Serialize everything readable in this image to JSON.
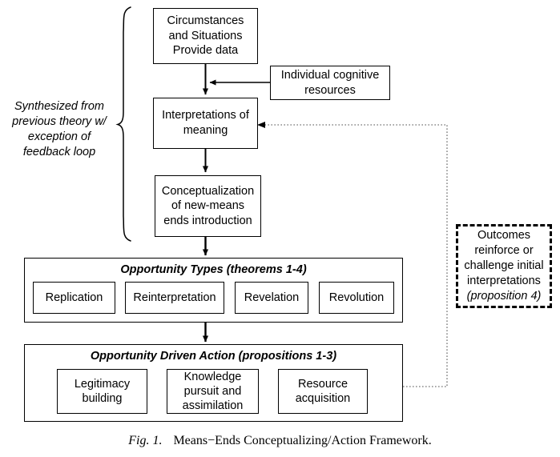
{
  "figure": {
    "caption_label": "Fig. 1.",
    "caption_text": "Means−Ends Conceptualizing/Action Framework."
  },
  "side_note": {
    "text": "Synthesized from previous theory w/ exception of feedback loop"
  },
  "nodes": {
    "circumstances": "Circumstances and Situations Provide data",
    "cognitive_resources": "Individual cognitive resources",
    "interpretations": "Interpretations of meaning",
    "conceptualization": "Conceptualization of new-means ends introduction"
  },
  "opportunity_types": {
    "title": "Opportunity Types (theorems 1-4)",
    "items": [
      {
        "label": "Replication"
      },
      {
        "label": "Reinterpretation"
      },
      {
        "label": "Revelation"
      },
      {
        "label": "Revolution"
      }
    ]
  },
  "opportunity_action": {
    "title": "Opportunity Driven Action (propositions 1-3)",
    "items": [
      {
        "label": "Legitimacy building"
      },
      {
        "label": "Knowledge pursuit and assimilation"
      },
      {
        "label": "Resource acquisition"
      }
    ]
  },
  "feedback": {
    "line1": "Outcomes",
    "line2": "reinforce or",
    "line3": "challenge initial",
    "line4": "interpretations",
    "line5": "(proposition 4)"
  },
  "colors": {
    "stroke": "#000000",
    "background": "#ffffff",
    "dotted": "#808080"
  }
}
